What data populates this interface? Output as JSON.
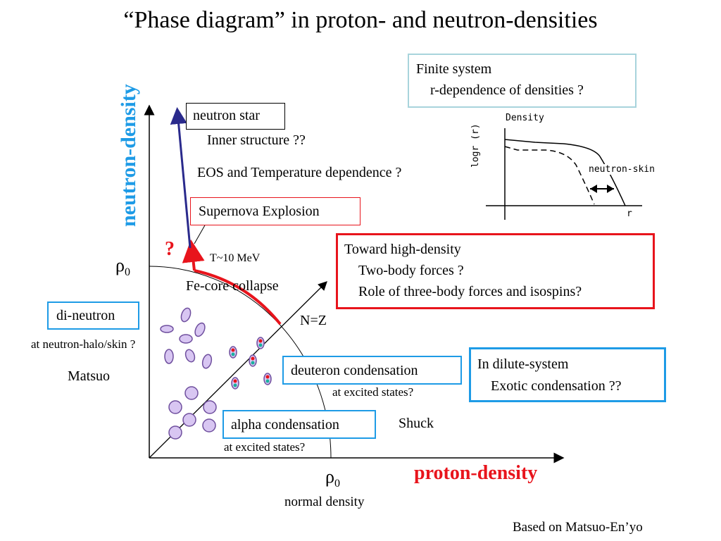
{
  "title": "“Phase diagram” in proton- and neutron-densities",
  "axes": {
    "y_label": "neutron-density",
    "x_label": "proton-density",
    "y_tick": "ρ",
    "y_tick_sub": "0",
    "x_tick": "ρ",
    "x_tick_sub": "0",
    "x_tick_note": "normal density",
    "y_label_color": "#1e9be6",
    "x_label_color": "#e8141c"
  },
  "finite_system": {
    "line1": "Finite system",
    "line2": "r-dependence of densities ?"
  },
  "inset": {
    "ylabel": "Density",
    "yaxis": "logr (r)",
    "skin": "neutron-skin",
    "xlabel": "r"
  },
  "neutron_star": {
    "label": "neutron star",
    "inner": "Inner structure ??",
    "eos": "EOS and Temperature dependence ?"
  },
  "supernova": "Supernova Explosion",
  "question_mark": "?",
  "temperature": "T~10 MeV",
  "fe_core": "Fe-core collapse",
  "high_density": {
    "line1": "Toward high-density",
    "line2": "Two-body forces ?",
    "line3": "Role of three-body forces and isospins?"
  },
  "nz": "N=Z",
  "di_neutron": {
    "label": "di-neutron",
    "note": "at neutron-halo/skin ?",
    "author": "Matsuo"
  },
  "deuteron": {
    "label": "deuteron condensation",
    "note": "at excited states?"
  },
  "dilute": {
    "line1": "In dilute-system",
    "line2": "Exotic condensation ??"
  },
  "alpha": {
    "label": "alpha condensation",
    "note": "at excited states?",
    "author": "Shuck"
  },
  "credit": "Based on Matsuo-En’yo"
}
